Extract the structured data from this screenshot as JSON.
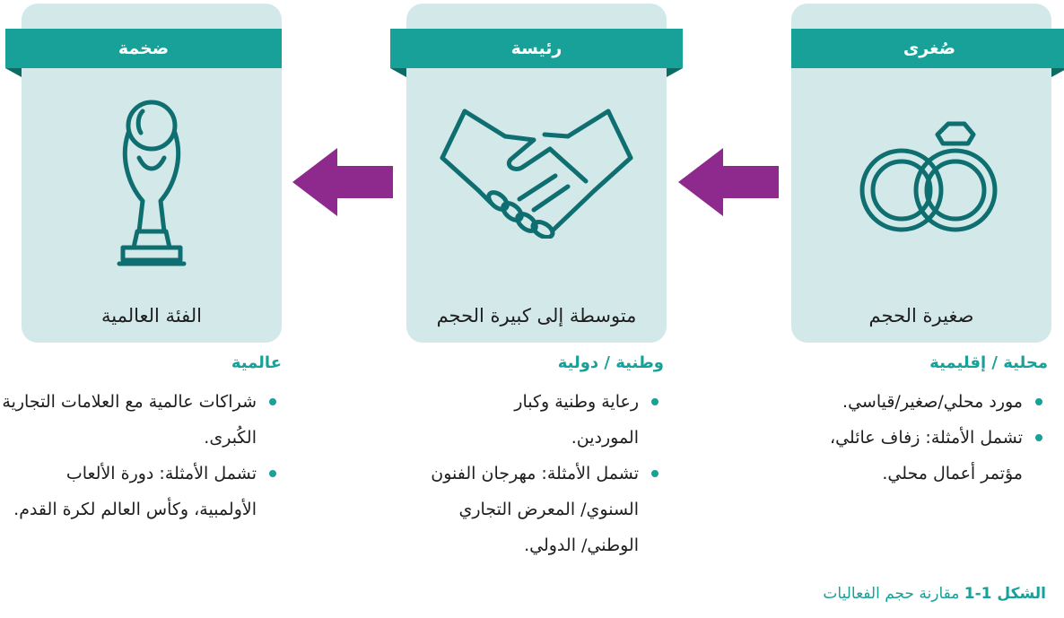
{
  "cards": [
    {
      "banner": "صُغرى",
      "label": "صغيرة الحجم",
      "icon": "rings-icon"
    },
    {
      "banner": "رئيسة",
      "label": "متوسطة إلى كبيرة الحجم",
      "icon": "handshake-icon"
    },
    {
      "banner": "ضخمة",
      "label": "الفئة العالمية",
      "icon": "trophy-icon"
    }
  ],
  "columns": [
    {
      "title": "محلية / إقليمية",
      "items": [
        "مورد محلي/صغير/قياسي.",
        "تشمل الأمثلة: زفاف عائلي، مؤتمر أعمال محلي."
      ]
    },
    {
      "title": "وطنية / دولية",
      "items": [
        "رعاية وطنية وكبار الموردين.",
        "تشمل الأمثلة: مهرجان الفنون السنوي/ المعرض التجاري الوطني/ الدولي."
      ]
    },
    {
      "title": "عالمية",
      "items": [
        "شراكات عالمية مع العلامات التجارية الكُبرى.",
        "تشمل الأمثلة: دورة الألعاب الأولمبية، وكأس العالم لكرة القدم."
      ]
    }
  ],
  "caption": {
    "number": "الشكل 1-1",
    "text": "مقارنة حجم الفعاليات"
  },
  "colors": {
    "teal": "#17a199",
    "card_bg": "#d2e8e9",
    "arrow": "#8e2a8e",
    "icon": "#0f6f70"
  }
}
